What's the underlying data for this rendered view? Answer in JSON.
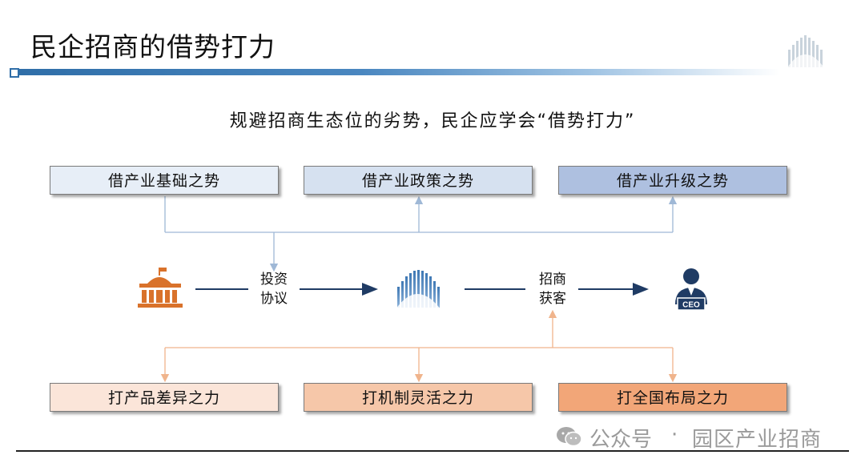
{
  "title": "民企招商的借势打力",
  "subtitle": "规避招商生态位的劣势，民企应学会“借势打力”",
  "top_boxes": [
    {
      "label": "借产业基础之势"
    },
    {
      "label": "借产业政策之势"
    },
    {
      "label": "借产业升级之势"
    }
  ],
  "flow": {
    "left_icon": "government-building-icon",
    "center_icon": "company-logo-icon",
    "right_icon": "ceo-person-icon",
    "ceo_badge": "CEO",
    "left_label_line1": "投资",
    "left_label_line2": "协议",
    "right_label_line1": "招商",
    "right_label_line2": "获客"
  },
  "bottom_boxes": [
    {
      "label": "打产品差异之力"
    },
    {
      "label": "打机制灵活之力"
    },
    {
      "label": "打全国布局之力"
    }
  ],
  "watermark": {
    "icon": "wechat-icon",
    "text": "公众号",
    "separator": "·",
    "name": "园区产业招商"
  },
  "colors": {
    "accent_blue": "#2f6ea8",
    "orange": "#d9722b",
    "navy": "#1f3b64"
  }
}
